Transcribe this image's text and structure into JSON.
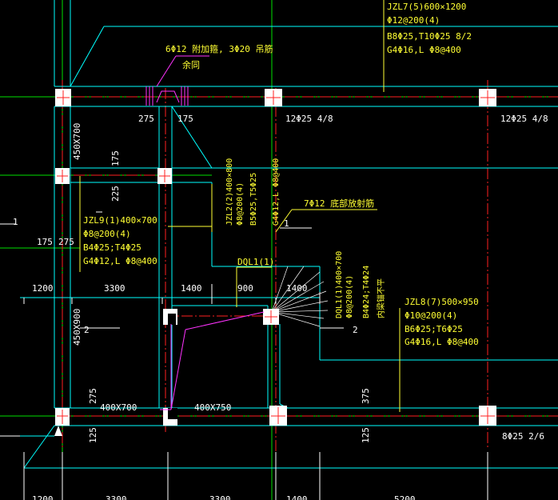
{
  "colors": {
    "background": "#000000",
    "cyan": "#00ffff",
    "red": "#ff2020",
    "green": "#00e000",
    "yellow": "#ffff33",
    "white": "#ffffff",
    "magenta": "#ff33ff"
  },
  "labels": {
    "jzl7_line1": "JZL7(5)600×1200",
    "jzl7_line2": "Φ12@200(4)",
    "jzl7_line3": "B8Φ25,T10Φ25   8/2",
    "jzl7_line4": "G4Φ16,L  Φ8@400",
    "add_rebar_line1": "6Φ12 附加箍, 3Φ20 吊筋",
    "add_rebar_line2": "余同",
    "bottom_rebar_top_right": "12Φ25   4/8",
    "bottom_rebar_top_mid": "12Φ25   4/8",
    "jzl9_line1": "JZL9(1)400×700",
    "jzl9_line2": "Φ8@200(4)",
    "jzl9_line3": "B4Φ25;T4Φ25",
    "jzl9_line4": "G4Φ12,L  Φ8@400",
    "jzl2_vertical": "JZL2(2)400×800",
    "jzl2_v2": "Φ8@200(4)",
    "jzl2_v3": "B5Φ25,T5Φ25",
    "jzl2_v4": "G4Φ12,L  Φ8@400",
    "bottom_rebar_note": "7Φ12 底部放射筋",
    "dql1_label": "DQL1(1)",
    "dql1_v1": "DQL1(1)400×700",
    "dql1_v2": "Φ8@200(4)",
    "dql1_v3": "B4Φ24;T4Φ24",
    "dql1_v4": "内梁锚不平",
    "jzl8_line1": "JZL8(7)500×950",
    "jzl8_line2": "Φ10@200(4)",
    "jzl8_line3": "B6Φ25;T6Φ25",
    "jzl8_line4": "G4Φ16,L  Φ8@400",
    "beam_left_v": "450X700",
    "beam_left_v2": "450X900",
    "beam_bottom_left": "400X700",
    "beam_bottom_mid": "400X750",
    "bottom_rebar_bottom_right": "8Φ25   2/6",
    "axis_1_left": "1",
    "axis_1_mid": "1",
    "axis_2_left": "2",
    "axis_2_right": "2",
    "dim_275_a": "275",
    "dim_175_a": "175",
    "dim_175_b": "175",
    "dim_225": "225",
    "dim_175_c": "175",
    "dim_275_b": "275",
    "dim_1200": "1200",
    "dim_3300": "3300",
    "dim_1400_a": "1400",
    "dim_900": "900",
    "dim_1400_b": "1400",
    "dim_275_c": "275",
    "dim_125_a": "125",
    "dim_375": "375",
    "dim_125_b": "125",
    "dim_b_1200": "1200",
    "dim_b_3300": "3300",
    "dim_b_3300b": "3300",
    "dim_b_1400": "1400",
    "dim_b_5200": "5200"
  }
}
